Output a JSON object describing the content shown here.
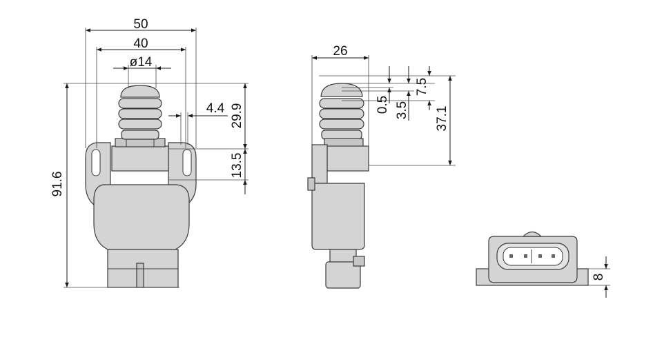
{
  "drawing": {
    "front_view": {
      "dims": {
        "width_overall": "50",
        "width_mount": "40",
        "diameter": "ø14",
        "slot_offset": "4.4",
        "height_total": "91.6",
        "upper_height": "29.9",
        "collar_height": "13.5"
      }
    },
    "side_view": {
      "dims": {
        "depth": "26",
        "gap_small": "0.5",
        "step": "3.5",
        "step_top": "7.5",
        "height_to_flange": "37.1"
      }
    },
    "connector_view": {
      "dims": {
        "flange_thickness": "8"
      }
    }
  },
  "colors": {
    "body_fill": "#d4d4d4",
    "outline": "#3a3a3a",
    "dimension": "#1a1a1a"
  }
}
